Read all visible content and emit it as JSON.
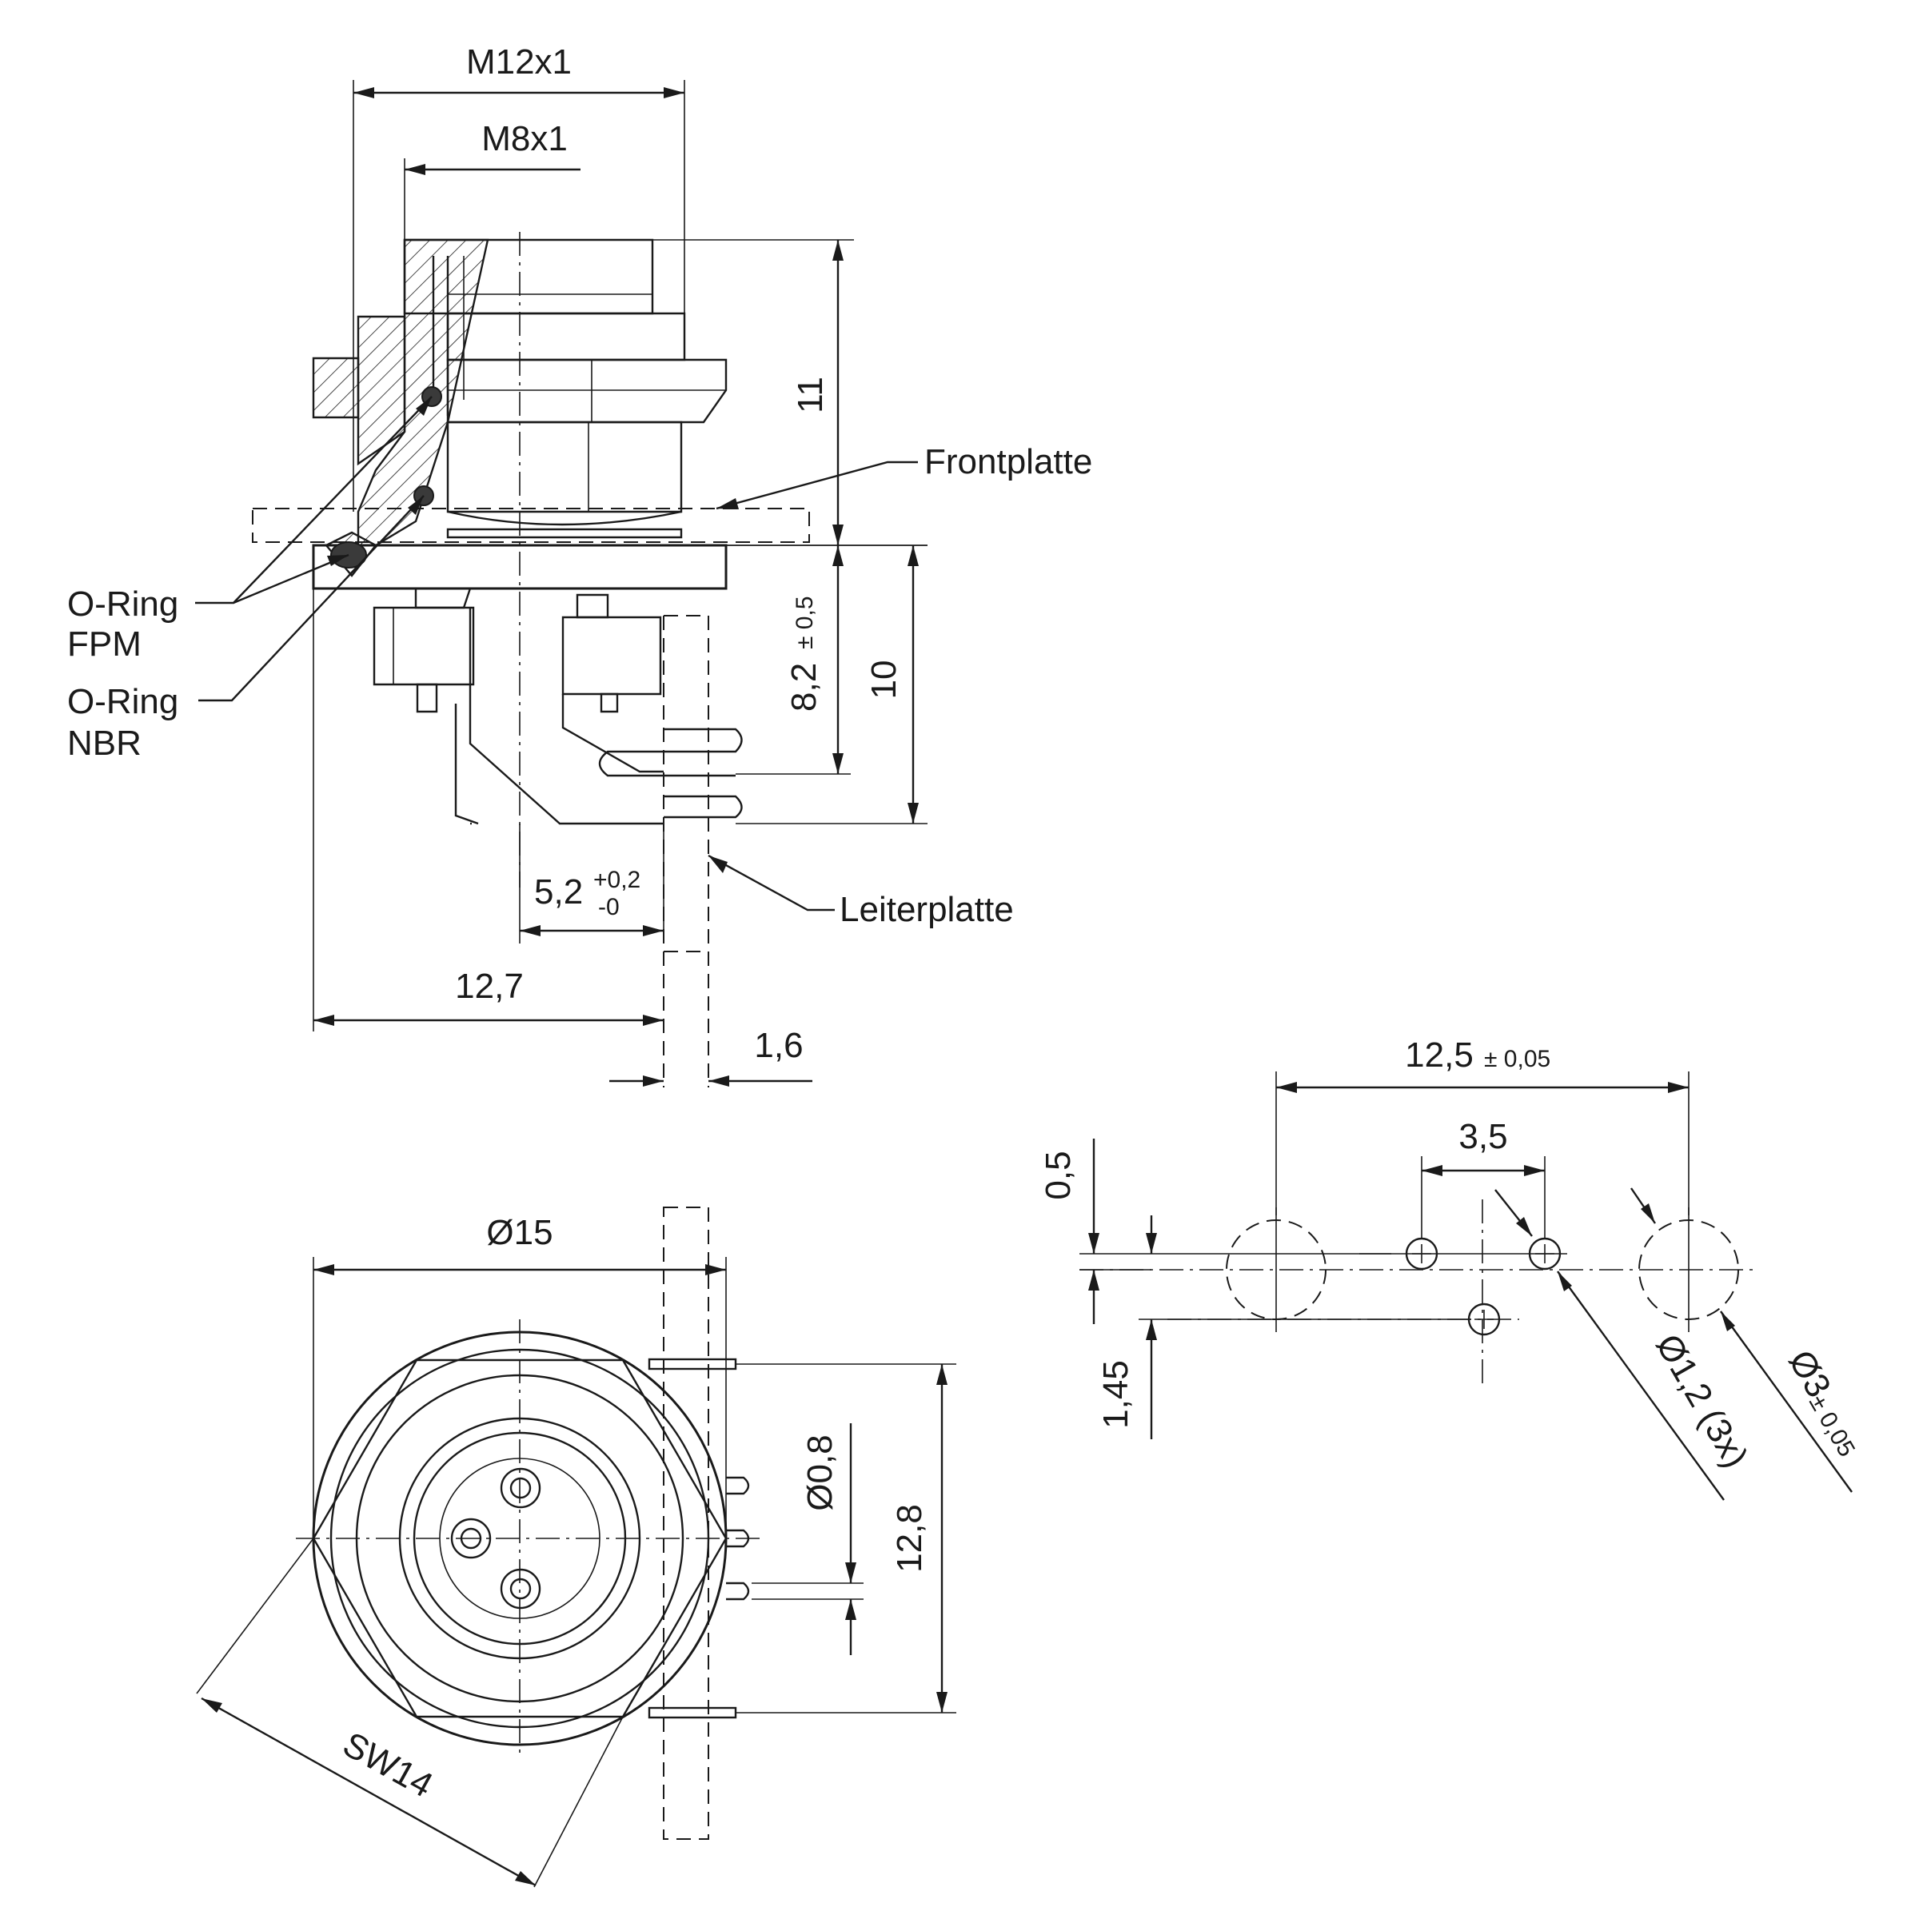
{
  "side_view": {
    "dim_m12": "M12x1",
    "dim_m8": "M8x1",
    "dim_11": "11",
    "dim_8_2": "8,2",
    "dim_8_2_tol": "± 0,5",
    "dim_10": "10",
    "dim_5_2": "5,2",
    "dim_5_2_tol_upper": "+0,2",
    "dim_5_2_tol_lower": "-0",
    "dim_12_7": "12,7",
    "dim_1_6": "1,6",
    "label_frontplatte": "Frontplatte",
    "label_leiterplatte": "Leiterplatte",
    "label_oring_fpm_1": "O-Ring",
    "label_oring_fpm_2": "FPM",
    "label_oring_nbr_1": "O-Ring",
    "label_oring_nbr_2": "NBR"
  },
  "front_view": {
    "dim_d15": "Ø15",
    "dim_d0_8": "Ø0,8",
    "dim_12_8": "12,8",
    "dim_sw14": "SW14"
  },
  "hole_pattern": {
    "dim_12_5": "12,5",
    "dim_12_5_tol": "± 0,05",
    "dim_3_5": "3,5",
    "dim_0_5": "0,5",
    "dim_1_45": "1,45",
    "dim_d1_2": "Ø1,2 (3x)",
    "dim_d3": "Ø3",
    "dim_d3_tol": "± 0,05"
  }
}
